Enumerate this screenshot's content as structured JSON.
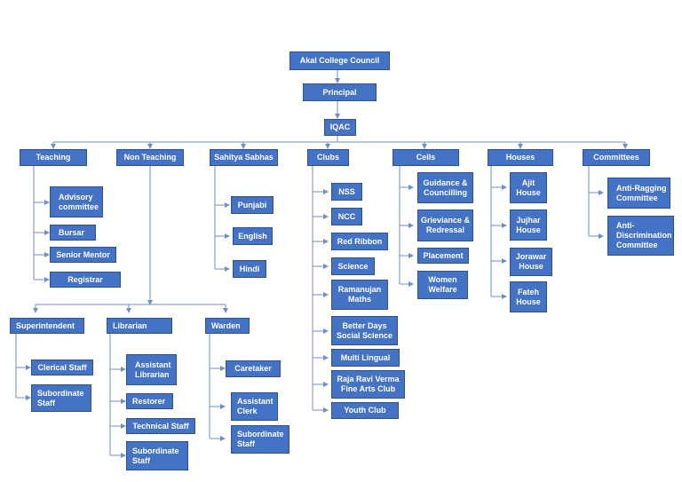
{
  "colors": {
    "box_fill": "#4472C4",
    "box_border": "#2F528F",
    "line": "#6F8FC7",
    "text": "#FFFFFF"
  },
  "chart": {
    "council": "Akal College Council",
    "principal": "Principal",
    "iqac": "IQAC",
    "teaching": {
      "title": "Teaching",
      "items": [
        "Advisory committee",
        "Bursar",
        "Senior Mentor",
        "Registrar"
      ]
    },
    "non_teaching": {
      "title": "Non Teaching",
      "superintendent": {
        "title": "Superintendent",
        "items": [
          "Clerical Staff",
          "Subordinate Staff"
        ]
      },
      "librarian": {
        "title": "Librarian",
        "items": [
          "Assistant Librarian",
          "Restorer",
          "Technical Staff",
          "Subordinate Staff"
        ]
      },
      "warden": {
        "title": "Warden",
        "items": [
          "Caretaker",
          "Assistant Clerk",
          "Subordinate Staff"
        ]
      }
    },
    "sahitya_sabhas": {
      "title": "Sahitya Sabhas",
      "items": [
        "Punjabi",
        "English",
        "Hindi"
      ]
    },
    "clubs": {
      "title": "Clubs",
      "items": [
        "NSS",
        "NCC",
        "Red Ribbon",
        "Science",
        "Ramanujan Maths",
        "Better Days Social Science",
        "Multi Lingual",
        "Raja Ravi Verma Fine Arts Club",
        "Youth Club"
      ]
    },
    "cells": {
      "title": "Cells",
      "items": [
        "Guidance & Councilling",
        "Grieviance & Redressal",
        "Placement",
        "Women Welfare"
      ]
    },
    "houses": {
      "title": "Houses",
      "items": [
        "Ajit House",
        "Jujhar House",
        "Jorawar House",
        "Fateh House"
      ]
    },
    "committees": {
      "title": "Committees",
      "items": [
        "Anti-Ragging Committee",
        "Anti-Discrimination Committee"
      ]
    }
  }
}
